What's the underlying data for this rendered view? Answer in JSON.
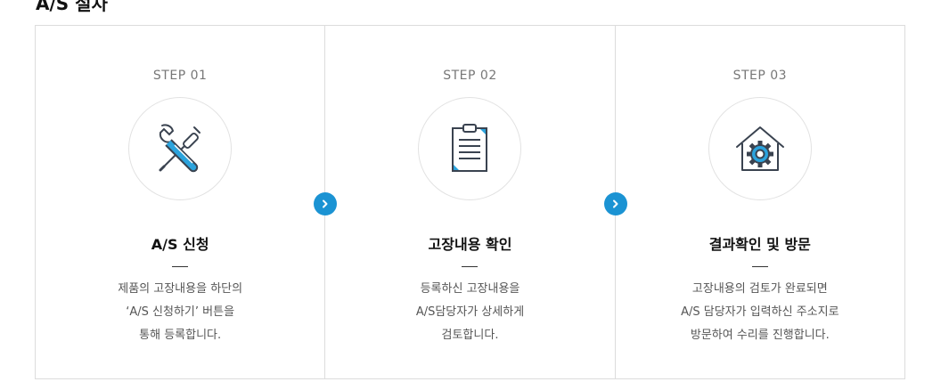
{
  "section": {
    "title": "A/S 절차"
  },
  "steps": [
    {
      "label": "STEP 01",
      "icon": "wrench-screwdriver-icon",
      "title": "A/S 신청",
      "desc": [
        "제품의 고장내용을 하단의",
        "‘A/S 신청하기’ 버튼을",
        "통해 등록합니다."
      ]
    },
    {
      "label": "STEP 02",
      "icon": "clipboard-icon",
      "title": "고장내용 확인",
      "desc": [
        "등록하신 고장내용을",
        "A/S담당자가 상세하게",
        "검토합니다."
      ]
    },
    {
      "label": "STEP 03",
      "icon": "house-gear-icon",
      "title": "결과확인 및 방문",
      "desc": [
        "고장내용의 검토가 완료되면",
        "A/S 담당자가 입력하신 주소지로",
        "방문하여 수리를 진행합니다."
      ]
    }
  ],
  "colors": {
    "accent": "#1b93d3",
    "icon_line": "#3a4350",
    "icon_fill": "#2ba3dd"
  }
}
